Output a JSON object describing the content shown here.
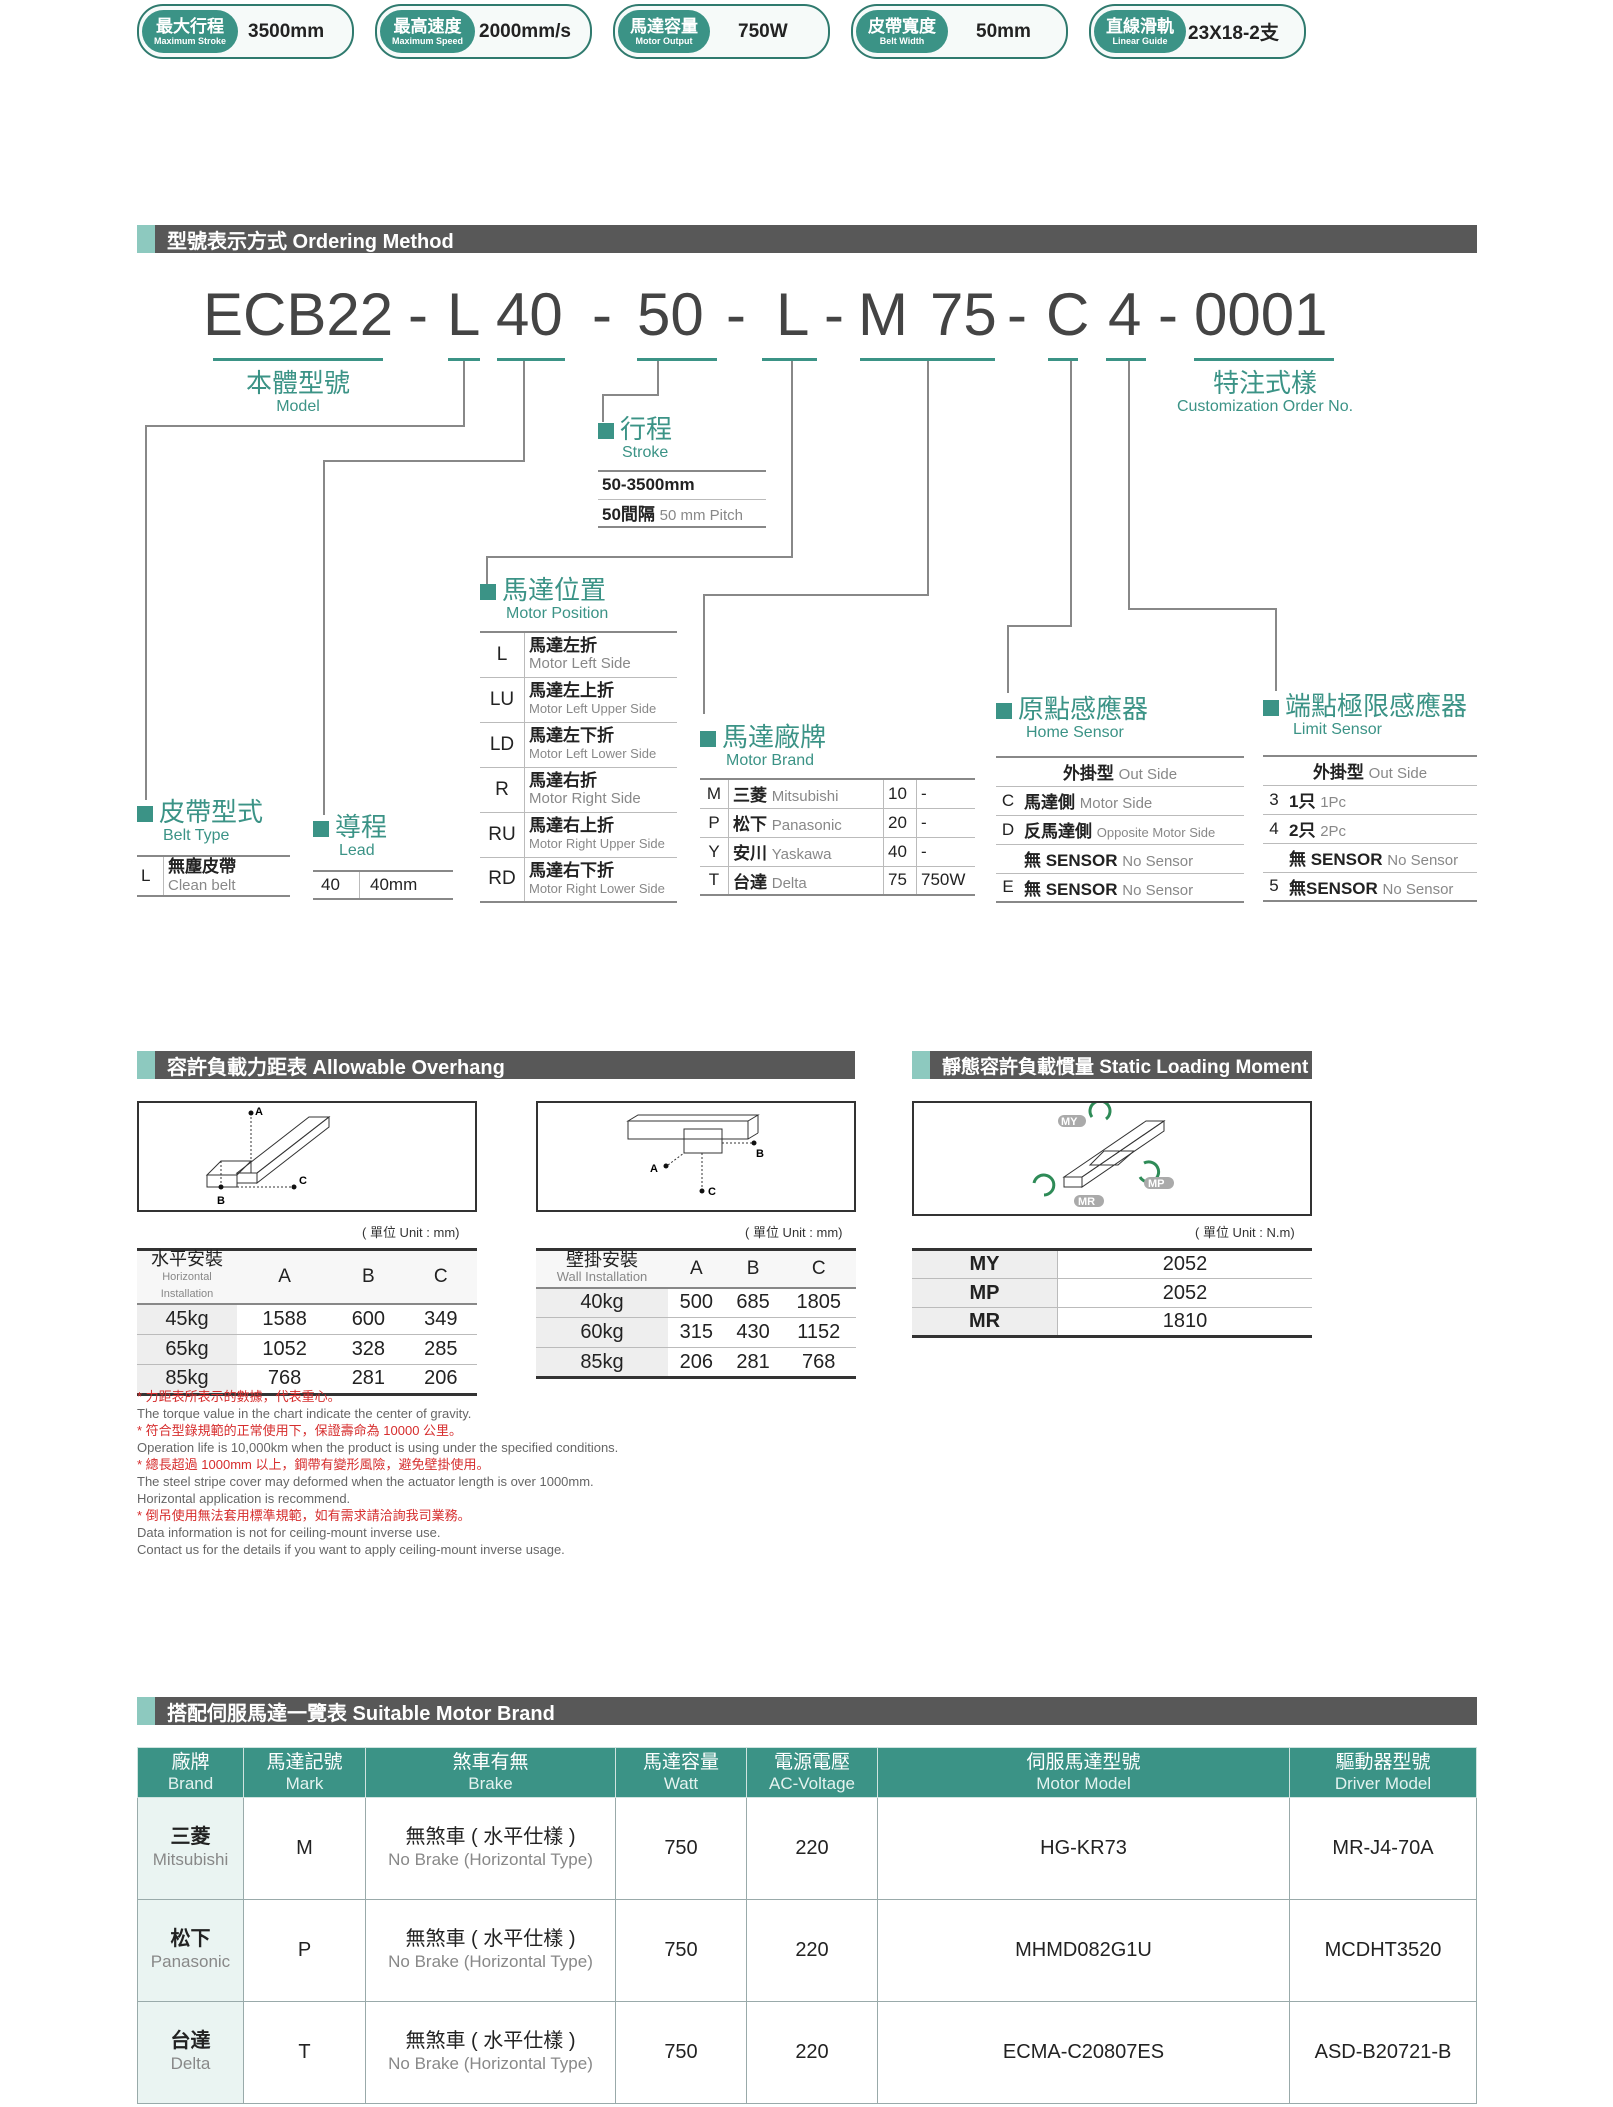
{
  "specs": [
    {
      "zh": "最大行程",
      "en": "Maximum Stroke",
      "value": "3500mm"
    },
    {
      "zh": "最高速度",
      "en": "Maximum Speed",
      "value": "2000mm/s"
    },
    {
      "zh": "馬達容量",
      "en": "Motor Output",
      "value": "750W"
    },
    {
      "zh": "皮帶寬度",
      "en": "Belt Width",
      "value": "50mm"
    },
    {
      "zh": "直線滑軌",
      "en": "Linear Guide",
      "value": "23X18-2支"
    }
  ],
  "ordering": {
    "header": "型號表示方式 Ordering Method",
    "code": {
      "model": "ECB22",
      "d1": "-",
      "belt": "L",
      "lead": "40",
      "d2": "-",
      "stroke": "50",
      "d3": "-",
      "pos": "L",
      "d4": "-",
      "brand": "M",
      "watt": "75",
      "d5": "-",
      "home": "C",
      "limit": "4",
      "d6": "-",
      "custom": "0001"
    },
    "model_title": "本體型號",
    "model_sub": "Model",
    "custom_title": "特注式樣",
    "custom_sub": "Customization Order No.",
    "stroke_title": "行程",
    "stroke_sub": "Stroke",
    "stroke_rows": [
      {
        "zh": "50-3500mm",
        "en": ""
      },
      {
        "zh": "50間隔",
        "en": "50 mm Pitch"
      }
    ],
    "belt_title": "皮帶型式",
    "belt_sub": "Belt Type",
    "belt_rows": [
      {
        "code": "L",
        "zh": "無塵皮帶",
        "en": "Clean belt"
      }
    ],
    "lead_title": "導程",
    "lead_sub": "Lead",
    "lead_rows": [
      {
        "code": "40",
        "val": "40mm"
      }
    ],
    "pos_title": "馬達位置",
    "pos_sub": "Motor Position",
    "pos_rows": [
      {
        "code": "L",
        "zh": "馬達左折",
        "en": "Motor Left Side"
      },
      {
        "code": "LU",
        "zh": "馬達左上折",
        "en": "Motor Left Upper Side"
      },
      {
        "code": "LD",
        "zh": "馬達左下折",
        "en": "Motor Left Lower Side"
      },
      {
        "code": "R",
        "zh": "馬達右折",
        "en": "Motor Right Side"
      },
      {
        "code": "RU",
        "zh": "馬達右上折",
        "en": "Motor Right Upper Side"
      },
      {
        "code": "RD",
        "zh": "馬達右下折",
        "en": "Motor Right Lower Side"
      }
    ],
    "brand_title": "馬達廠牌",
    "brand_sub": "Motor Brand",
    "brand_rows": [
      {
        "code": "M",
        "zh": "三菱",
        "en": "Mitsubishi",
        "w": "10",
        "wv": "-"
      },
      {
        "code": "P",
        "zh": "松下",
        "en": "Panasonic",
        "w": "20",
        "wv": "-"
      },
      {
        "code": "Y",
        "zh": "安川",
        "en": "Yaskawa",
        "w": "40",
        "wv": "-"
      },
      {
        "code": "T",
        "zh": "台達",
        "en": "Delta",
        "w": "75",
        "wv": "750W"
      }
    ],
    "home_title": "原點感應器",
    "home_sub": "Home Sensor",
    "home_head": {
      "zh": "外掛型",
      "en": "Out Side"
    },
    "home_rows": [
      {
        "code": "C",
        "zh": "馬達側",
        "en": "Motor Side"
      },
      {
        "code": "D",
        "zh": "反馬達側",
        "en": "Opposite Motor Side"
      },
      {
        "code": "",
        "zh": "無 SENSOR",
        "en": "No Sensor"
      },
      {
        "code": "E",
        "zh": "無 SENSOR",
        "en": "No Sensor"
      }
    ],
    "limit_title": "端點極限感應器",
    "limit_sub": "Limit Sensor",
    "limit_head": {
      "zh": "外掛型",
      "en": "Out Side"
    },
    "limit_rows": [
      {
        "code": "3",
        "zh": "1只",
        "en": "1Pc"
      },
      {
        "code": "4",
        "zh": "2只",
        "en": "2Pc"
      },
      {
        "code": "",
        "zh": "無 SENSOR",
        "en": "No Sensor"
      },
      {
        "code": "5",
        "zh": "無SENSOR",
        "en": "No Sensor"
      }
    ]
  },
  "overhang": {
    "header": "容許負載力距表 Allowable Overhang",
    "unit": "( 單位 Unit : mm)",
    "labels": {
      "a": "A",
      "b": "B",
      "c": "C"
    },
    "horizontal": {
      "zh": "水平安裝",
      "en": "Horizontal Installation",
      "cols": [
        "A",
        "B",
        "C"
      ],
      "rows": [
        [
          "45kg",
          "1588",
          "600",
          "349"
        ],
        [
          "65kg",
          "1052",
          "328",
          "285"
        ],
        [
          "85kg",
          "768",
          "281",
          "206"
        ]
      ]
    },
    "wall": {
      "zh": "壁掛安裝",
      "en": "Wall Installation",
      "cols": [
        "A",
        "B",
        "C"
      ],
      "rows": [
        [
          "40kg",
          "500",
          "685",
          "1805"
        ],
        [
          "60kg",
          "315",
          "430",
          "1152"
        ],
        [
          "85kg",
          "206",
          "281",
          "768"
        ]
      ]
    },
    "notes": [
      {
        "red": true,
        "text": "* 力距表所表示的數據，代表重心。"
      },
      {
        "red": false,
        "text": "The torque value in the chart indicate the center of gravity."
      },
      {
        "red": true,
        "text": "* 符合型錄規範的正常使用下，保證壽命為 10000 公里。"
      },
      {
        "red": false,
        "text": "Operation life is 10,000km when the product is using under the specified conditions."
      },
      {
        "red": true,
        "text": "* 總長超過 1000mm 以上，鋼帶有變形風險，避免壁掛使用。"
      },
      {
        "red": false,
        "text": "The steel stripe cover may deformed when the actuator length is over 1000mm."
      },
      {
        "red": false,
        "text": "Horizontal application is recommend."
      },
      {
        "red": true,
        "text": "* 倒吊使用無法套用標準規範，如有需求請洽詢我司業務。"
      },
      {
        "red": false,
        "text": "Data information is not for ceiling-mount inverse use."
      },
      {
        "red": false,
        "text": "Contact us for the details if you want to apply ceiling-mount inverse usage."
      }
    ]
  },
  "static": {
    "header": "靜態容許負載慣量 Static Loading Moment",
    "unit": "( 單位 Unit : N.m)",
    "labels": {
      "my": "MY",
      "mp": "MP",
      "mr": "MR"
    },
    "rows": [
      [
        "MY",
        "2052"
      ],
      [
        "MP",
        "2052"
      ],
      [
        "MR",
        "1810"
      ]
    ]
  },
  "motors": {
    "header": "搭配伺服馬達一覽表 Suitable Motor Brand",
    "cols": [
      {
        "zh": "廠牌",
        "en": "Brand"
      },
      {
        "zh": "馬達記號",
        "en": "Mark"
      },
      {
        "zh": "煞車有無",
        "en": "Brake"
      },
      {
        "zh": "馬達容量",
        "en": "Watt"
      },
      {
        "zh": "電源電壓",
        "en": "AC-Voltage"
      },
      {
        "zh": "伺服馬達型號",
        "en": "Motor Model"
      },
      {
        "zh": "驅動器型號",
        "en": "Driver Model"
      }
    ],
    "rows": [
      {
        "brand_zh": "三菱",
        "brand_en": "Mitsubishi",
        "mark": "M",
        "brake_zh": "無煞車 ( 水平仕樣 )",
        "brake_en": "No Brake (Horizontal Type)",
        "watt": "750",
        "volt": "220",
        "motor": "HG-KR73",
        "driver": "MR-J4-70A"
      },
      {
        "brand_zh": "松下",
        "brand_en": "Panasonic",
        "mark": "P",
        "brake_zh": "無煞車 ( 水平仕樣 )",
        "brake_en": "No Brake (Horizontal Type)",
        "watt": "750",
        "volt": "220",
        "motor": "MHMD082G1U",
        "driver": "MCDHT3520"
      },
      {
        "brand_zh": "台達",
        "brand_en": "Delta",
        "mark": "T",
        "brake_zh": "無煞車 ( 水平仕樣 )",
        "brake_en": "No Brake (Horizontal Type)",
        "watt": "750",
        "volt": "220",
        "motor": "ECMA-C20807ES",
        "driver": "ASD-B20721-B"
      }
    ]
  },
  "colors": {
    "accent": "#3b9386",
    "header_bg": "#585858",
    "header_tab": "#8dc9bf",
    "note_red": "#d62d2d"
  }
}
